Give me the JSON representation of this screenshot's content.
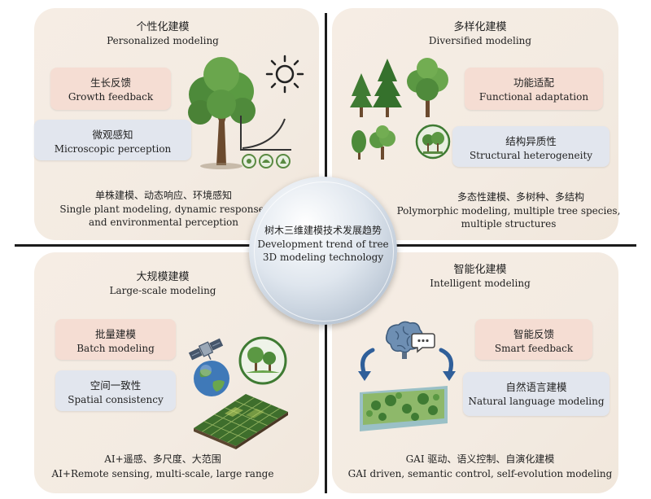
{
  "center": {
    "cn": "树木三维建模技术发展趋势",
    "en_line1": "Development trend of tree",
    "en_line2": "3D modeling technology"
  },
  "quadrants": {
    "top_left": {
      "title_cn": "个性化建模",
      "title_en": "Personalized modeling",
      "tags": [
        {
          "cn": "生长反馈",
          "en": "Growth feedback",
          "color": "#f5ddd3"
        },
        {
          "cn": "微观感知",
          "en": "Microscopic perception",
          "color": "#e2e6ee"
        }
      ],
      "desc_cn": "单株建模、动态响应、环境感知",
      "desc_en_1": "Single plant modeling, dynamic response,",
      "desc_en_2": "and environmental perception"
    },
    "top_right": {
      "title_cn": "多样化建模",
      "title_en": "Diversified modeling",
      "tags": [
        {
          "cn": "功能适配",
          "en": "Functional adaptation",
          "color": "#f5ddd3"
        },
        {
          "cn": "结构异质性",
          "en": "Structural heterogeneity",
          "color": "#e2e6ee"
        }
      ],
      "desc_cn": "多态性建模、多树种、多结构",
      "desc_en_1": "Polymorphic modeling, multiple tree species,",
      "desc_en_2": "multiple structures"
    },
    "bottom_left": {
      "title_cn": "大规模建模",
      "title_en": "Large-scale modeling",
      "tags": [
        {
          "cn": "批量建模",
          "en": "Batch modeling",
          "color": "#f5ddd3"
        },
        {
          "cn": "空间一致性",
          "en": "Spatial consistency",
          "color": "#e2e6ee"
        }
      ],
      "desc_cn": "AI+遥感、多尺度、大范围",
      "desc_en_1": "AI+Remote sensing, multi-scale, large range"
    },
    "bottom_right": {
      "title_cn": "智能化建模",
      "title_en": "Intelligent modeling",
      "tags": [
        {
          "cn": "智能反馈",
          "en": "Smart feedback",
          "color": "#f5ddd3"
        },
        {
          "cn": "自然语言建模",
          "en": "Natural language modeling",
          "color": "#e2e6ee"
        }
      ],
      "desc_cn": "GAI 驱动、语义控制、自演化建模",
      "desc_en_1": "GAI driven, semantic control, self-evolution modeling"
    }
  },
  "icons": {
    "tree": "tree-icon",
    "sun": "sun-icon",
    "growth_curve": "growth-curve-icon",
    "satellite": "satellite-icon",
    "globe": "globe-icon",
    "grid_terrain": "terrain-grid-icon",
    "brain": "brain-icon",
    "chat": "chat-bubble-icon",
    "cycle_arrows": "cycle-arrows-icon",
    "landscape": "forest-landscape-icon"
  }
}
